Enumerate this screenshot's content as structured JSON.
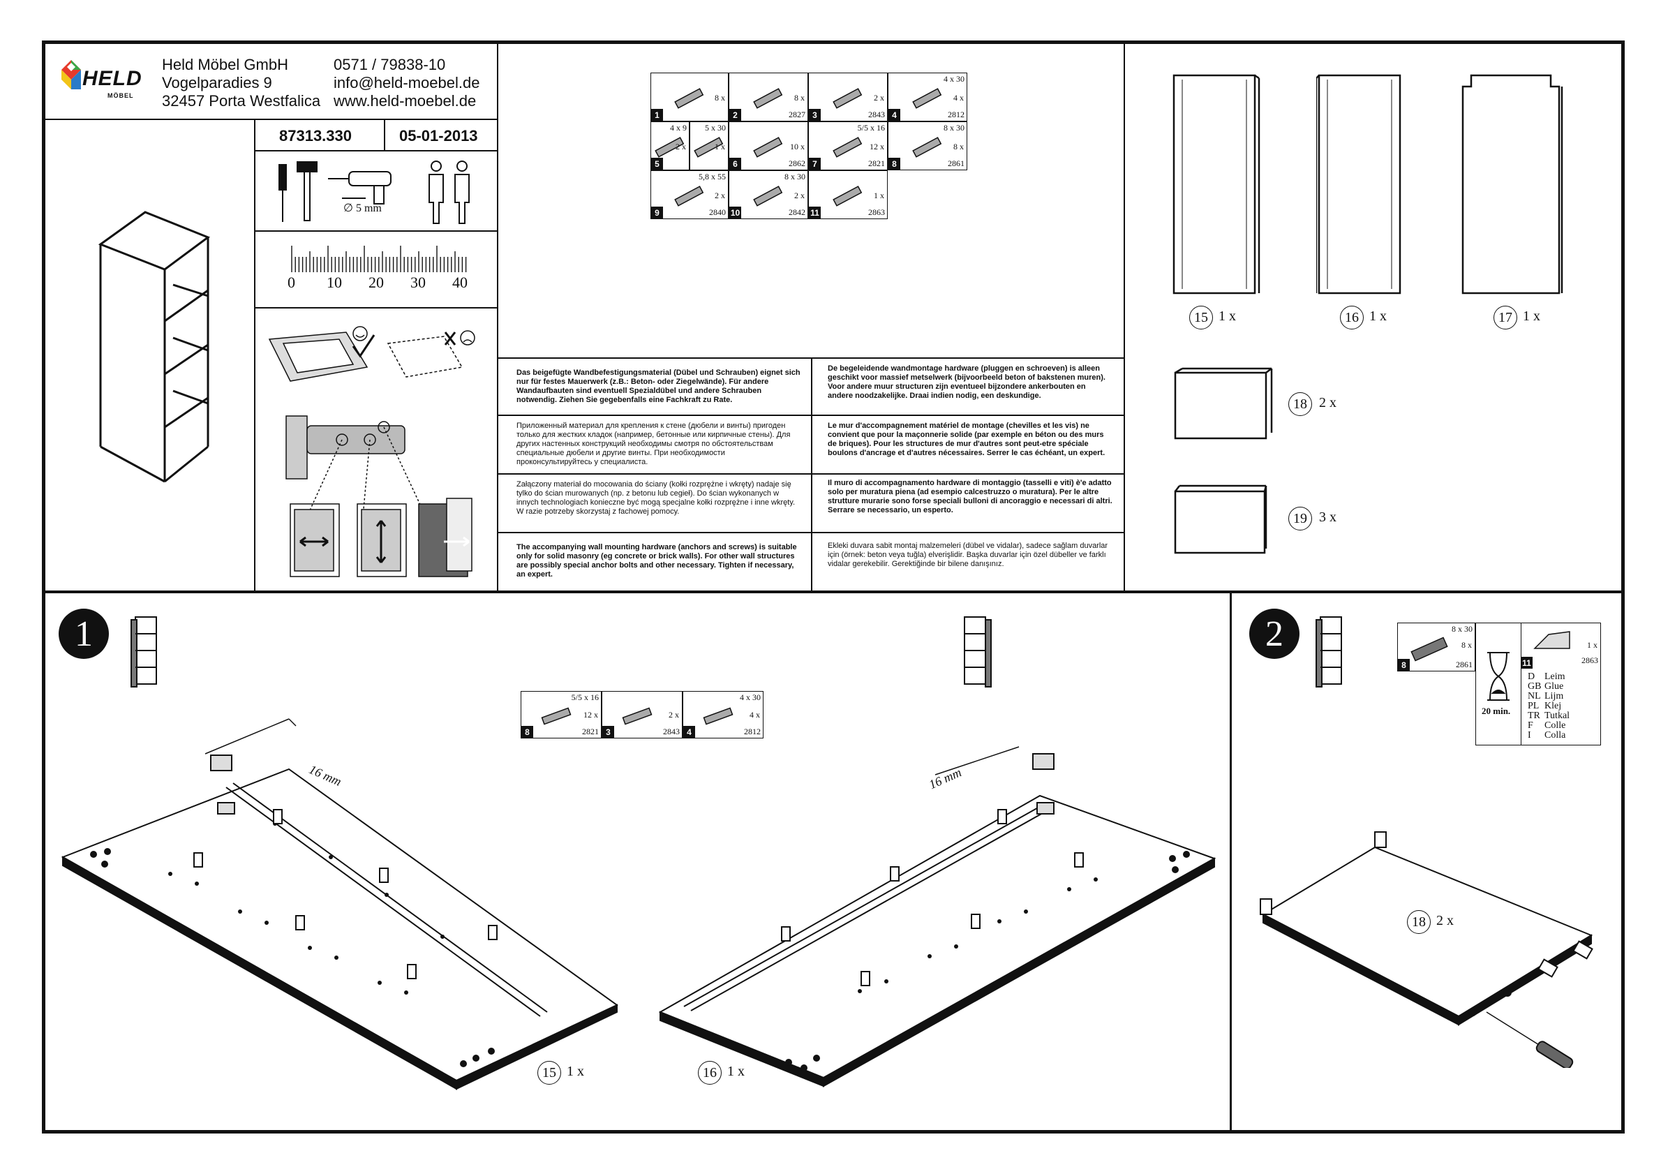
{
  "company": {
    "logo_text": "HELD",
    "logo_sub": "MÖBEL",
    "name": "Held Möbel GmbH",
    "street": "Vogelparadies 9",
    "city": "32457 Porta Westfalica",
    "phone": "0571 / 79838-10",
    "email": "info@held-moebel.de",
    "web": "www.held-moebel.de"
  },
  "doc": {
    "article": "87313.330",
    "date": "05-01-2013"
  },
  "tools": {
    "drill_size": "∅ 5 mm"
  },
  "ruler": {
    "labels": [
      "0",
      "10",
      "20",
      "30",
      "40"
    ]
  },
  "hardware": [
    {
      "num": "1",
      "qty": "8 x",
      "size": "",
      "code": ""
    },
    {
      "num": "2",
      "qty": "8 x",
      "size": "",
      "code": "2827"
    },
    {
      "num": "3",
      "qty": "2 x",
      "size": "",
      "code": "2843"
    },
    {
      "num": "4",
      "qty": "4 x",
      "size": "4 x 30",
      "code": "2812"
    },
    {
      "num": "5",
      "qty": "2 x",
      "size": "4 x 9",
      "code": ""
    },
    {
      "num": "5b",
      "qty": "1 x",
      "size": "5 x 30",
      "code": ""
    },
    {
      "num": "6",
      "qty": "10 x",
      "size": "",
      "code": "2862"
    },
    {
      "num": "7",
      "qty": "12 x",
      "size": "5/5 x 16",
      "code": "2821"
    },
    {
      "num": "8",
      "qty": "8 x",
      "size": "8 x 30",
      "code": "2861"
    },
    {
      "num": "9",
      "qty": "2 x",
      "size": "5,8 x 55",
      "code": "2840"
    },
    {
      "num": "10",
      "qty": "2 x",
      "size": "8 x 30",
      "code": "2842"
    },
    {
      "num": "11",
      "qty": "1 x",
      "size": "",
      "code": "2863"
    }
  ],
  "warnings": {
    "de": "Das beigefügte Wandbefestigungsmaterial (Dübel und Schrauben) eignet sich nur für festes Mauerwerk (z.B.: Beton- oder Ziegelwände). Für andere Wandaufbauten sind eventuell Spezialdübel und andere Schrauben notwendig. Ziehen Sie gegebenfalls eine Fachkraft zu Rate.",
    "nl": "De begeleidende wandmontage hardware (pluggen en schroeven) is alleen geschikt voor massief metselwerk (bijvoorbeeld beton of bakstenen muren). Voor andere muur structuren zijn eventueel bijzondere ankerbouten en andere noodzakelijke. Draai indien nodig, een deskundige.",
    "ru": "Приложенный материал для крепления к стене (дюбели и винты) пригоден только для жестких кладок (например, бетонные или кирпичные стены). Для других настенных конструкций необходимы смотря по обстоятельствам специальные дюбели и другие винты. При необходимости проконсультируйтесь у специалиста.",
    "fr": "Le mur d'accompagnement matériel de montage (chevilles et les vis) ne convient que pour la maçonnerie solide (par exemple en béton ou des murs de briques). Pour les structures de mur d'autres sont peut-etre spéciale boulons d'ancrage et d'autres nécessaires. Serrer le cas échéant, un expert.",
    "pl": "Załączony materiał do mocowania do ściany (kołki rozprężne i wkręty) nadaje się tylko do ścian murowanych (np. z betonu lub cegieł). Do ścian wykonanych w innych technologiach konieczne być mogą specjalne kołki rozprężne i inne wkręty. W razie potrzeby skorzystaj z fachowej pomocy.",
    "it": "Il muro di accompagnamento hardware di montaggio (tasselli e viti) è'e adatto solo per muratura piena (ad esempio calcestruzzo o muratura). Per le altre strutture murarie sono forse speciali bulloni di ancoraggio e necessari di altri. Serrare se necessario, un esperto.",
    "en": "The accompanying wall mounting hardware (anchors and screws) is suitable only for solid masonry (eg concrete or brick walls). For other wall structures are possibly special anchor bolts and other necessary. Tighten if necessary, an expert.",
    "tr": "Ekleki duvara sabit montaj malzemeleri (dübel ve vidalar), sadece sağlam duvarlar için (örnek: beton veya tuğla) elverişlidir. Başka duvarlar için özel dübeller ve farklı vidalar gerekebilir. Gerektiğinde bir bilene danışınız."
  },
  "panels": [
    {
      "num": "15",
      "qty": "1 x"
    },
    {
      "num": "16",
      "qty": "1 x"
    },
    {
      "num": "17",
      "qty": "1 x"
    },
    {
      "num": "18",
      "qty": "2 x"
    },
    {
      "num": "19",
      "qty": "3 x"
    }
  ],
  "step1": {
    "number": "1",
    "dim": "16 mm",
    "parts": [
      {
        "num": "8",
        "size": "5/5 x 16",
        "qty": "12 x",
        "code": "2821"
      },
      {
        "num": "3",
        "size": "",
        "qty": "2 x",
        "code": "2843"
      },
      {
        "num": "4",
        "size": "4 x 30",
        "qty": "4 x",
        "code": "2812"
      }
    ],
    "left_panel": {
      "num": "15",
      "qty": "1 x"
    },
    "right_panel": {
      "num": "16",
      "qty": "1 x"
    }
  },
  "step2": {
    "number": "2",
    "dowel": {
      "num": "8",
      "size": "8 x 30",
      "qty": "8 x",
      "code": "2861"
    },
    "glue": {
      "num": "11",
      "qty": "1 x",
      "code": "2863"
    },
    "time": "20 min.",
    "glue_names": [
      {
        "lang": "D",
        "word": "Leim"
      },
      {
        "lang": "GB",
        "word": "Glue"
      },
      {
        "lang": "NL",
        "word": "Lijm"
      },
      {
        "lang": "PL",
        "word": "Klej"
      },
      {
        "lang": "TR",
        "word": "Tutkal"
      },
      {
        "lang": "F",
        "word": "Colle"
      },
      {
        "lang": "I",
        "word": "Colla"
      }
    ],
    "panel": {
      "num": "18",
      "qty": "2 x"
    }
  }
}
